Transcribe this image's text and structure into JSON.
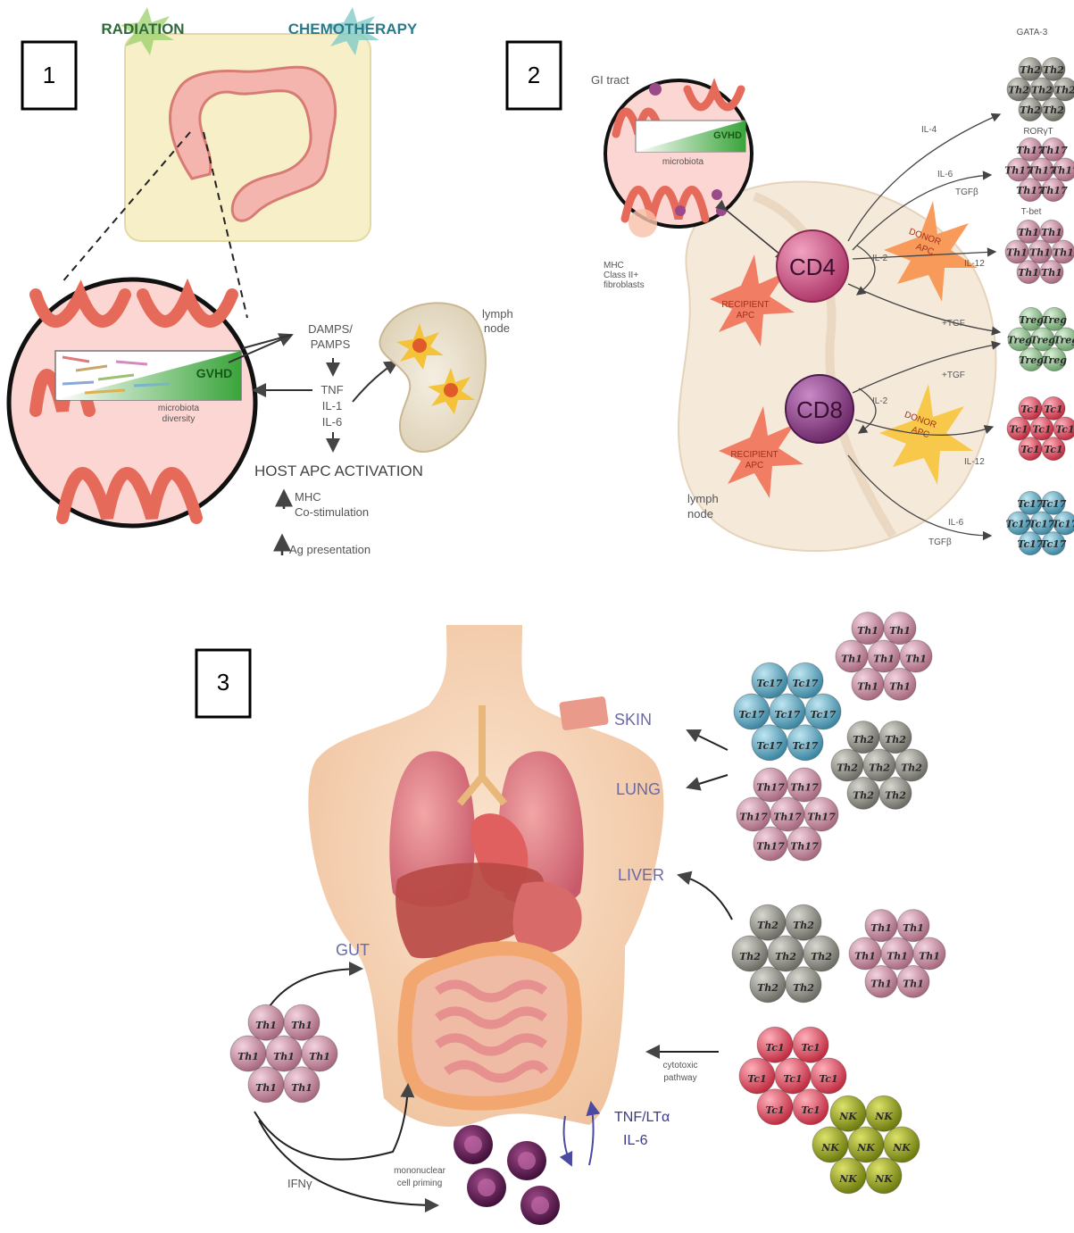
{
  "panel_labels": [
    "1",
    "2",
    "3"
  ],
  "panel1": {
    "radiation": "RADIATION",
    "chemotherapy": "CHEMOTHERAPY",
    "gvhd": "GVHD",
    "microbiota_diversity": [
      "microbiota",
      "diversity"
    ],
    "damps": [
      "DAMPS/",
      "PAMPS"
    ],
    "cytokines": [
      "TNF",
      "IL-1",
      "IL-6"
    ],
    "lymph_node": [
      "lymph",
      "node"
    ],
    "host_apc": "HOST APC ACTIVATION",
    "mhc": [
      "MHC",
      "Co-stimulation"
    ],
    "ag_presentation": "Ag presentation"
  },
  "panel2": {
    "gi_tract": "GI tract",
    "gvhd": "GVHD",
    "microbiota": "microbiota",
    "mhc_fibroblasts": [
      "MHC",
      "Class II+",
      "fibroblasts"
    ],
    "cd4": "CD4",
    "cd8": "CD8",
    "recipient_apc": [
      "RECIPIENT",
      "APC"
    ],
    "donor_apc": [
      "DONOR",
      "APC"
    ],
    "lymph_node": [
      "lymph",
      "node"
    ],
    "tf_gata3": "GATA-3",
    "tf_rorgt": "RORγT",
    "tf_tbet": "T-bet",
    "il4": "IL-4",
    "il6": "IL-6",
    "tgfb": "TGFβ",
    "il12": "IL-12",
    "il2": "IL-2",
    "tgf": "+TGF",
    "cells": {
      "th2": "Th2",
      "th17": "Th17",
      "th1": "Th1",
      "treg": "Treg",
      "tc1": "Tc1",
      "tc17": "Tc17"
    }
  },
  "panel3": {
    "skin": "SKIN",
    "lung": "LUNG",
    "liver": "LIVER",
    "gut": "GUT",
    "cytotoxic": [
      "cytotoxic",
      "pathway"
    ],
    "tnf": "TNF/LTα",
    "il6": "IL-6",
    "mononuclear": [
      "mononuclear",
      "cell priming"
    ],
    "ifng": "IFNγ",
    "cells": {
      "th1": "Th1",
      "tc17": "Tc17",
      "th2": "Th2",
      "th17": "Th17",
      "tc1": "Tc1",
      "nk": "NK"
    }
  },
  "colors": {
    "th2": "#8e8e86",
    "th17": "#c98aa0",
    "th1": "#c98aa0",
    "treg": "#8dbf8d",
    "tc1": "#e0465a",
    "tc17": "#5aa6c0",
    "nk": "#9aaa1e"
  }
}
